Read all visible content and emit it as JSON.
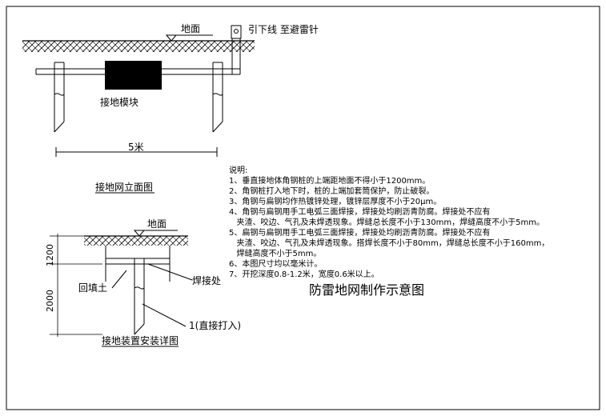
{
  "top_view": {
    "ground_label": "地面",
    "downlead_label": "引下线 至避雷针",
    "module_label": "接地模块",
    "spacing_label": "5米"
  },
  "elevation_title": "接地网立面图",
  "detail": {
    "ground_label": "地面",
    "dim_upper": "1200",
    "dim_lower": "2000",
    "backfill_label": "回填土",
    "weld_label": "焊接处",
    "rod_label": "1(直接打入)",
    "title": "接地装置安装详图"
  },
  "notes": {
    "heading": "说明:",
    "lines": [
      "1、垂直接地体角钢桩的上端距地面不得小于1200mm。",
      "2、角钢桩打入地下时，桩的上端加套筒保护，防止破裂。",
      "3、角钢与扁钢均作热镀锌处理，镀锌层厚度不小于20μm。",
      "4、角钢与扁钢用手工电弧三面焊接，焊接处均刷沥青防腐。焊接处不应有",
      "   夹渣、咬边、气孔及未焊透现象。焊缝总长度不小于130mm，焊缝高度不小于5mm。",
      "5、扁钢与扁钢用手工电弧三面焊接，焊接处均刷沥青防腐。焊接处不应有",
      "   夹渣、咬边、气孔及未焊透现象。搭焊长度不小于80mm，焊缝总长度不小于160mm，",
      "   焊缝高度不小于5mm。",
      "6、本图尺寸均以毫米计。",
      "7、开挖深度0.8-1.2米，宽度0.6米以上。"
    ]
  },
  "main_title": "防雷地网制作示意图"
}
